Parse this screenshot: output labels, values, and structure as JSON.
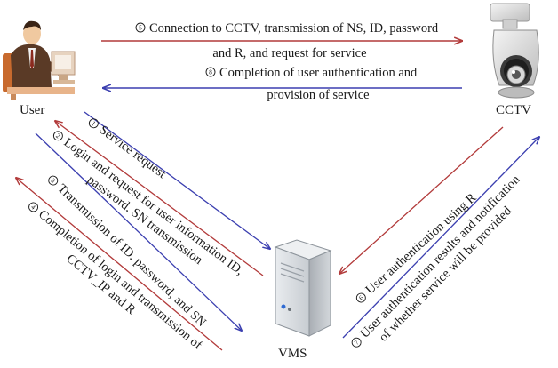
{
  "actors": {
    "user": "User",
    "cctv": "CCTV",
    "vms": "VMS"
  },
  "messages": {
    "m1": {
      "step": "1",
      "text": "Service request"
    },
    "m2": {
      "step": "2",
      "line1": "Login and request for user information ID,",
      "line2": "password, SN transmission"
    },
    "m3": {
      "step": "3",
      "text": "Transmission of ID, password, and SN"
    },
    "m4": {
      "step": "4",
      "line1": "Completion of login and transmission of",
      "line2": "CCTV_IP and R"
    },
    "m5": {
      "step": "5",
      "line1": "Connection to CCTV, transmission of NS, ID, password",
      "line2": "and R, and request for service"
    },
    "m6": {
      "step": "6",
      "text": "User authentication using R"
    },
    "m7": {
      "step": "7",
      "line1": "User authentication results and notification",
      "line2": "of whether service will be provided"
    },
    "m8": {
      "step": "8",
      "line1": "Completion of user authentication and",
      "line2": "provision of service"
    }
  },
  "colors": {
    "red_arrow": "#b23a3a",
    "blue_arrow": "#3b3fb0",
    "text": "#1a1a1a"
  }
}
